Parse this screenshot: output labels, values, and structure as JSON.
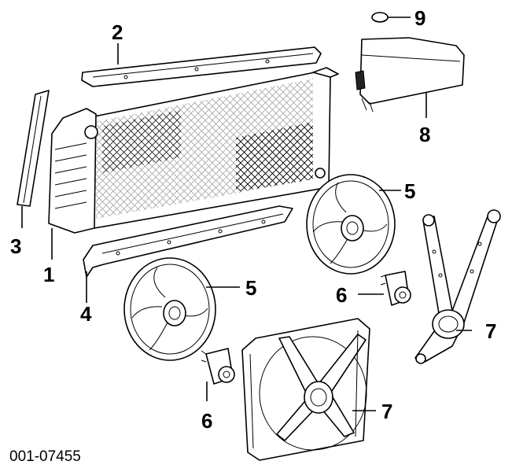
{
  "callouts": [
    {
      "label": "1"
    },
    {
      "label": "2"
    },
    {
      "label": "3"
    },
    {
      "label": "4"
    },
    {
      "label": "5"
    },
    {
      "label": "5"
    },
    {
      "label": "6"
    },
    {
      "label": "6"
    },
    {
      "label": "7"
    },
    {
      "label": "7"
    },
    {
      "label": "8"
    },
    {
      "label": "9"
    }
  ],
  "figure_code": "001-07455"
}
